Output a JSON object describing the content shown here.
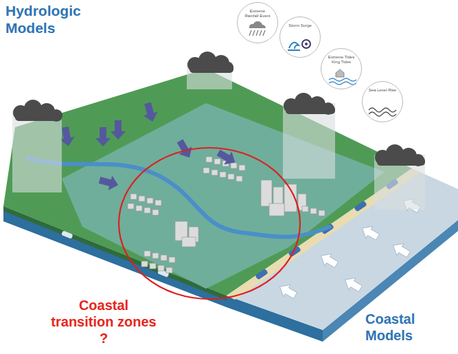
{
  "diagram": {
    "nodes": [
      {
        "text": [
          "Extreme Rainfall Event"
        ]
      },
      {
        "text": [
          "Storm Surge"
        ]
      },
      {
        "text": [
          "Extreme Tides King Tides"
        ]
      },
      {
        "text": [
          "Sea Level Rise"
        ]
      }
    ],
    "labels": [
      "Hydrologic Models",
      "Coastal transition zones ?",
      "Coastal Models"
    ]
  }
}
